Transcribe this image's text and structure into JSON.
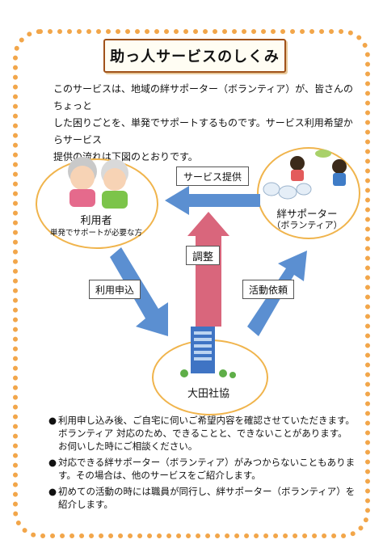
{
  "title": "助っ人サービスのしくみ",
  "intro": [
    "このサービスは、地域の絆サポーター（ボランティア）が、皆さんのちょっと",
    "した困りごとを、単発でサポートするものです。サービス利用希望からサービス",
    "提供の流れは下図のとおりです。"
  ],
  "nodes": {
    "user_label": "利用者",
    "user_sub": "単発でサポートが必要な方",
    "supporter_label": "絆サポーター",
    "supporter_sub": "（ボランティア）",
    "social_label": "大田社協"
  },
  "arrows": {
    "service": "サービス提供",
    "adjust": "調整",
    "apply": "利用申込",
    "request": "活動依頼"
  },
  "bullets": [
    "利用申し込み後、ご自宅に伺いご希望内容を確認させていただきます。ボランティア 対応のため、できることと、できないことがあります。お伺いした時にご相談ください。",
    "対応できる絆サポーター（ボランティア）がみつからないこともあります。その場合は、他のサービスをご紹介します。",
    "初めての活動の時には職員が同行し、絆サポーター（ボランティア）を紹介します。"
  ],
  "colors": {
    "frame": "#f2a64a",
    "arrow_blue": "#5b8fd1",
    "arrow_pink": "#d9667c",
    "ellipse": "#f0b44c"
  },
  "icons": [
    "elderly-couple-illustration",
    "volunteers-illustration",
    "office-building-icon"
  ]
}
